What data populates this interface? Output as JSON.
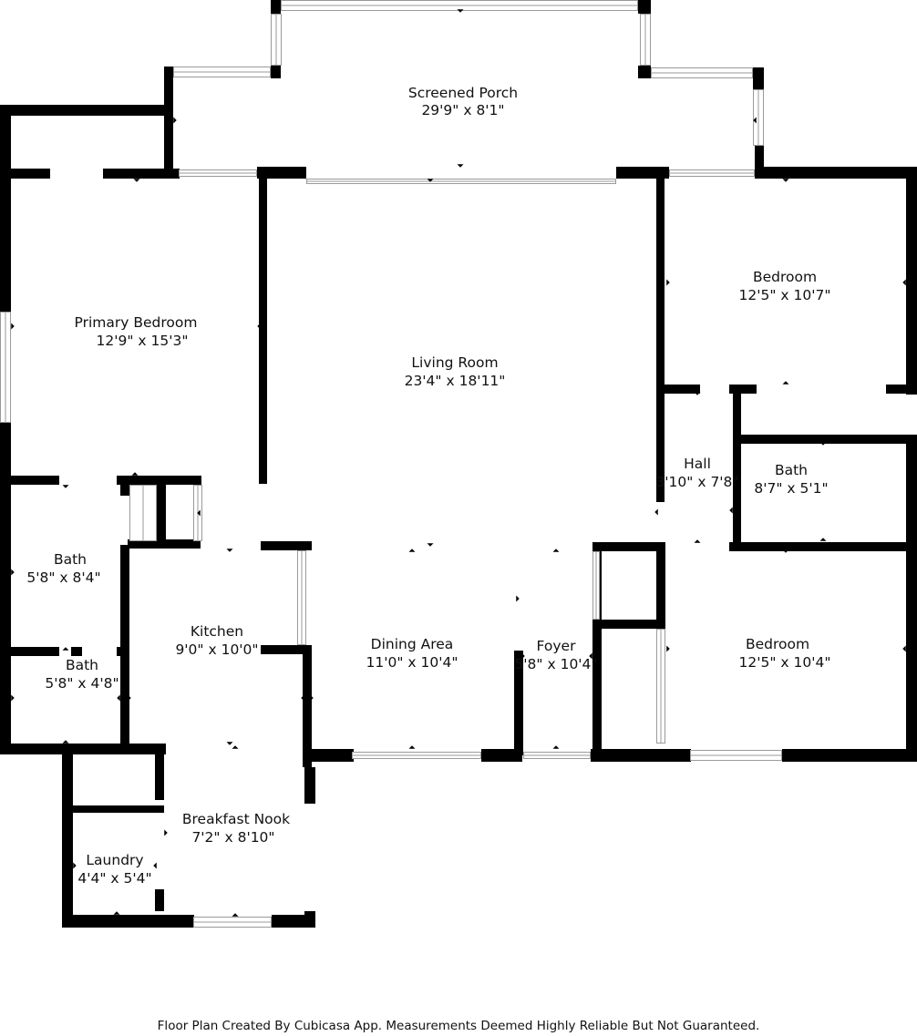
{
  "rooms": [
    {
      "id": "screened-porch",
      "name": "Screened Porch",
      "size": "29'9\" x 8'1\""
    },
    {
      "id": "primary-bedroom",
      "name": "Primary Bedroom",
      "size": "12'9\" x 15'3\""
    },
    {
      "id": "living-room",
      "name": "Living Room",
      "size": "23'4\" x 18'11\""
    },
    {
      "id": "bedroom-upper",
      "name": "Bedroom",
      "size": "12'5\" x 10'7\""
    },
    {
      "id": "hall",
      "name": "Hall",
      "size": "3'10\" x 7'8\""
    },
    {
      "id": "bath-right",
      "name": "Bath",
      "size": "8'7\" x 5'1\""
    },
    {
      "id": "bath-left-upper",
      "name": "Bath",
      "size": "5'8\" x 8'4\""
    },
    {
      "id": "kitchen",
      "name": "Kitchen",
      "size": "9'0\" x 10'0\""
    },
    {
      "id": "bath-left-lower",
      "name": "Bath",
      "size": "5'8\" x 4'8\""
    },
    {
      "id": "dining-area",
      "name": "Dining Area",
      "size": "11'0\" x 10'4\""
    },
    {
      "id": "foyer",
      "name": "Foyer",
      "size": "5'8\" x 10'4\""
    },
    {
      "id": "bedroom-lower",
      "name": "Bedroom",
      "size": "12'5\" x 10'4\""
    },
    {
      "id": "breakfast-nook",
      "name": "Breakfast Nook",
      "size": "7'2\" x 8'10\""
    },
    {
      "id": "laundry",
      "name": "Laundry",
      "size": "4'4\" x 5'4\""
    }
  ],
  "footer": {
    "note": "Floor Plan Created By Cubicasa App. Measurements Deemed Highly Reliable But Not Guaranteed."
  },
  "colors": {
    "wall": "#000000",
    "window": "#9a9a9a",
    "background": "#ffffff"
  }
}
